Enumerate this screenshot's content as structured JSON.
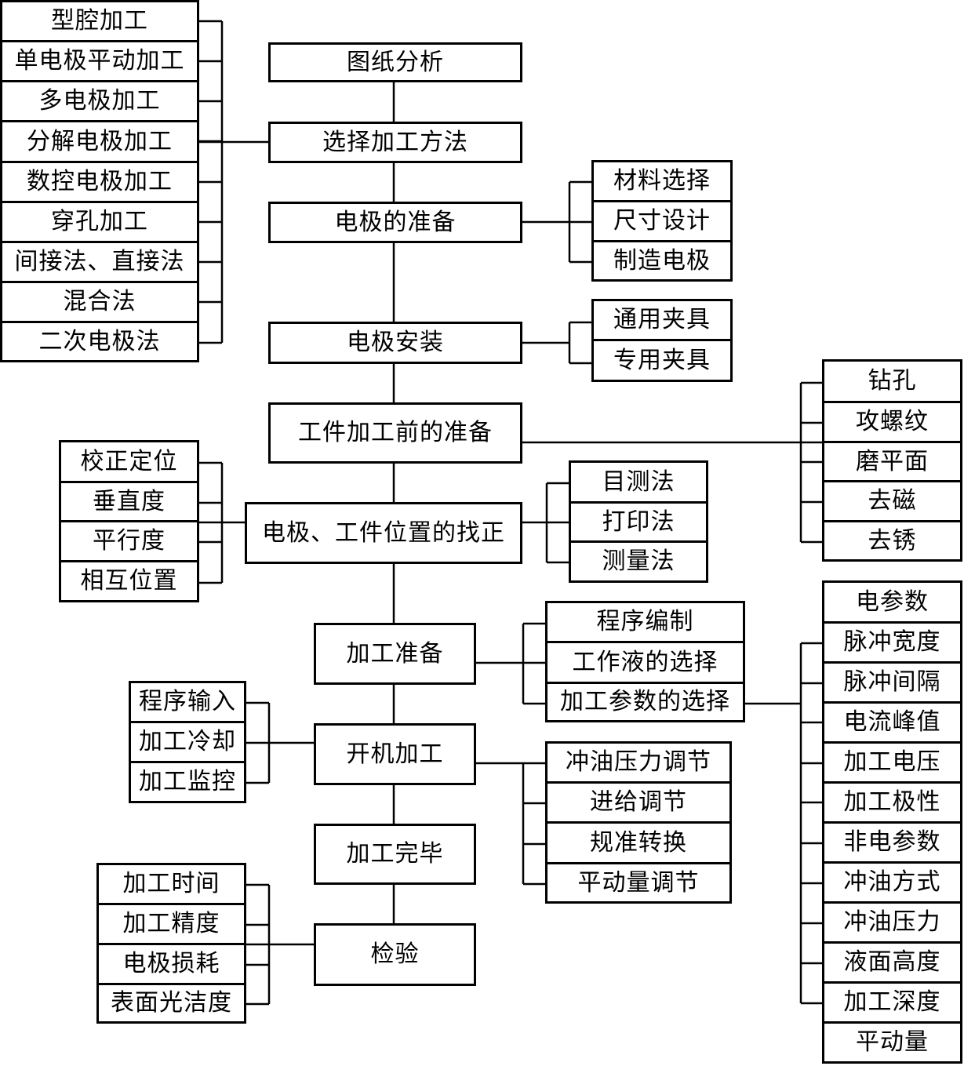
{
  "main_flow": [
    "图纸分析",
    "选择加工方法",
    "电极的准备",
    "电极安装",
    "工件加工前的准备",
    "电极、工件位置的找正",
    "加工准备",
    "开机加工",
    "加工完毕",
    "检验"
  ],
  "branches": {
    "methods": [
      "型腔加工",
      "单电极平动加工",
      "多电极加工",
      "分解电极加工",
      "数控电极加工",
      "穿孔加工",
      "间接法、直接法",
      "混合法",
      "二次电极法"
    ],
    "electrode_prep": [
      "材料选择",
      "尺寸设计",
      "制造电极"
    ],
    "electrode_install": [
      "通用夹具",
      "专用夹具"
    ],
    "workpiece_prep": [
      "钻孔",
      "攻螺纹",
      "磨平面",
      "去磁",
      "去锈"
    ],
    "alignment_left": [
      "校正定位",
      "垂直度",
      "平行度",
      "相互位置"
    ],
    "alignment_right": [
      "目测法",
      "打印法",
      "测量法"
    ],
    "machining_prep": [
      "程序编制",
      "工作液的选择",
      "加工参数的选择"
    ],
    "parameters": [
      "电参数",
      "脉冲宽度",
      "脉冲间隔",
      "电流峰值",
      "加工电压",
      "加工极性",
      "非电参数",
      "冲油方式",
      "冲油压力",
      "液面高度",
      "加工深度",
      "平动量"
    ],
    "startup_left": [
      "程序输入",
      "加工冷却",
      "加工监控"
    ],
    "startup_right": [
      "冲油压力调节",
      "进给调节",
      "规准转换",
      "平动量调节"
    ],
    "inspection": [
      "加工时间",
      "加工精度",
      "电极损耗",
      "表面光洁度"
    ]
  }
}
